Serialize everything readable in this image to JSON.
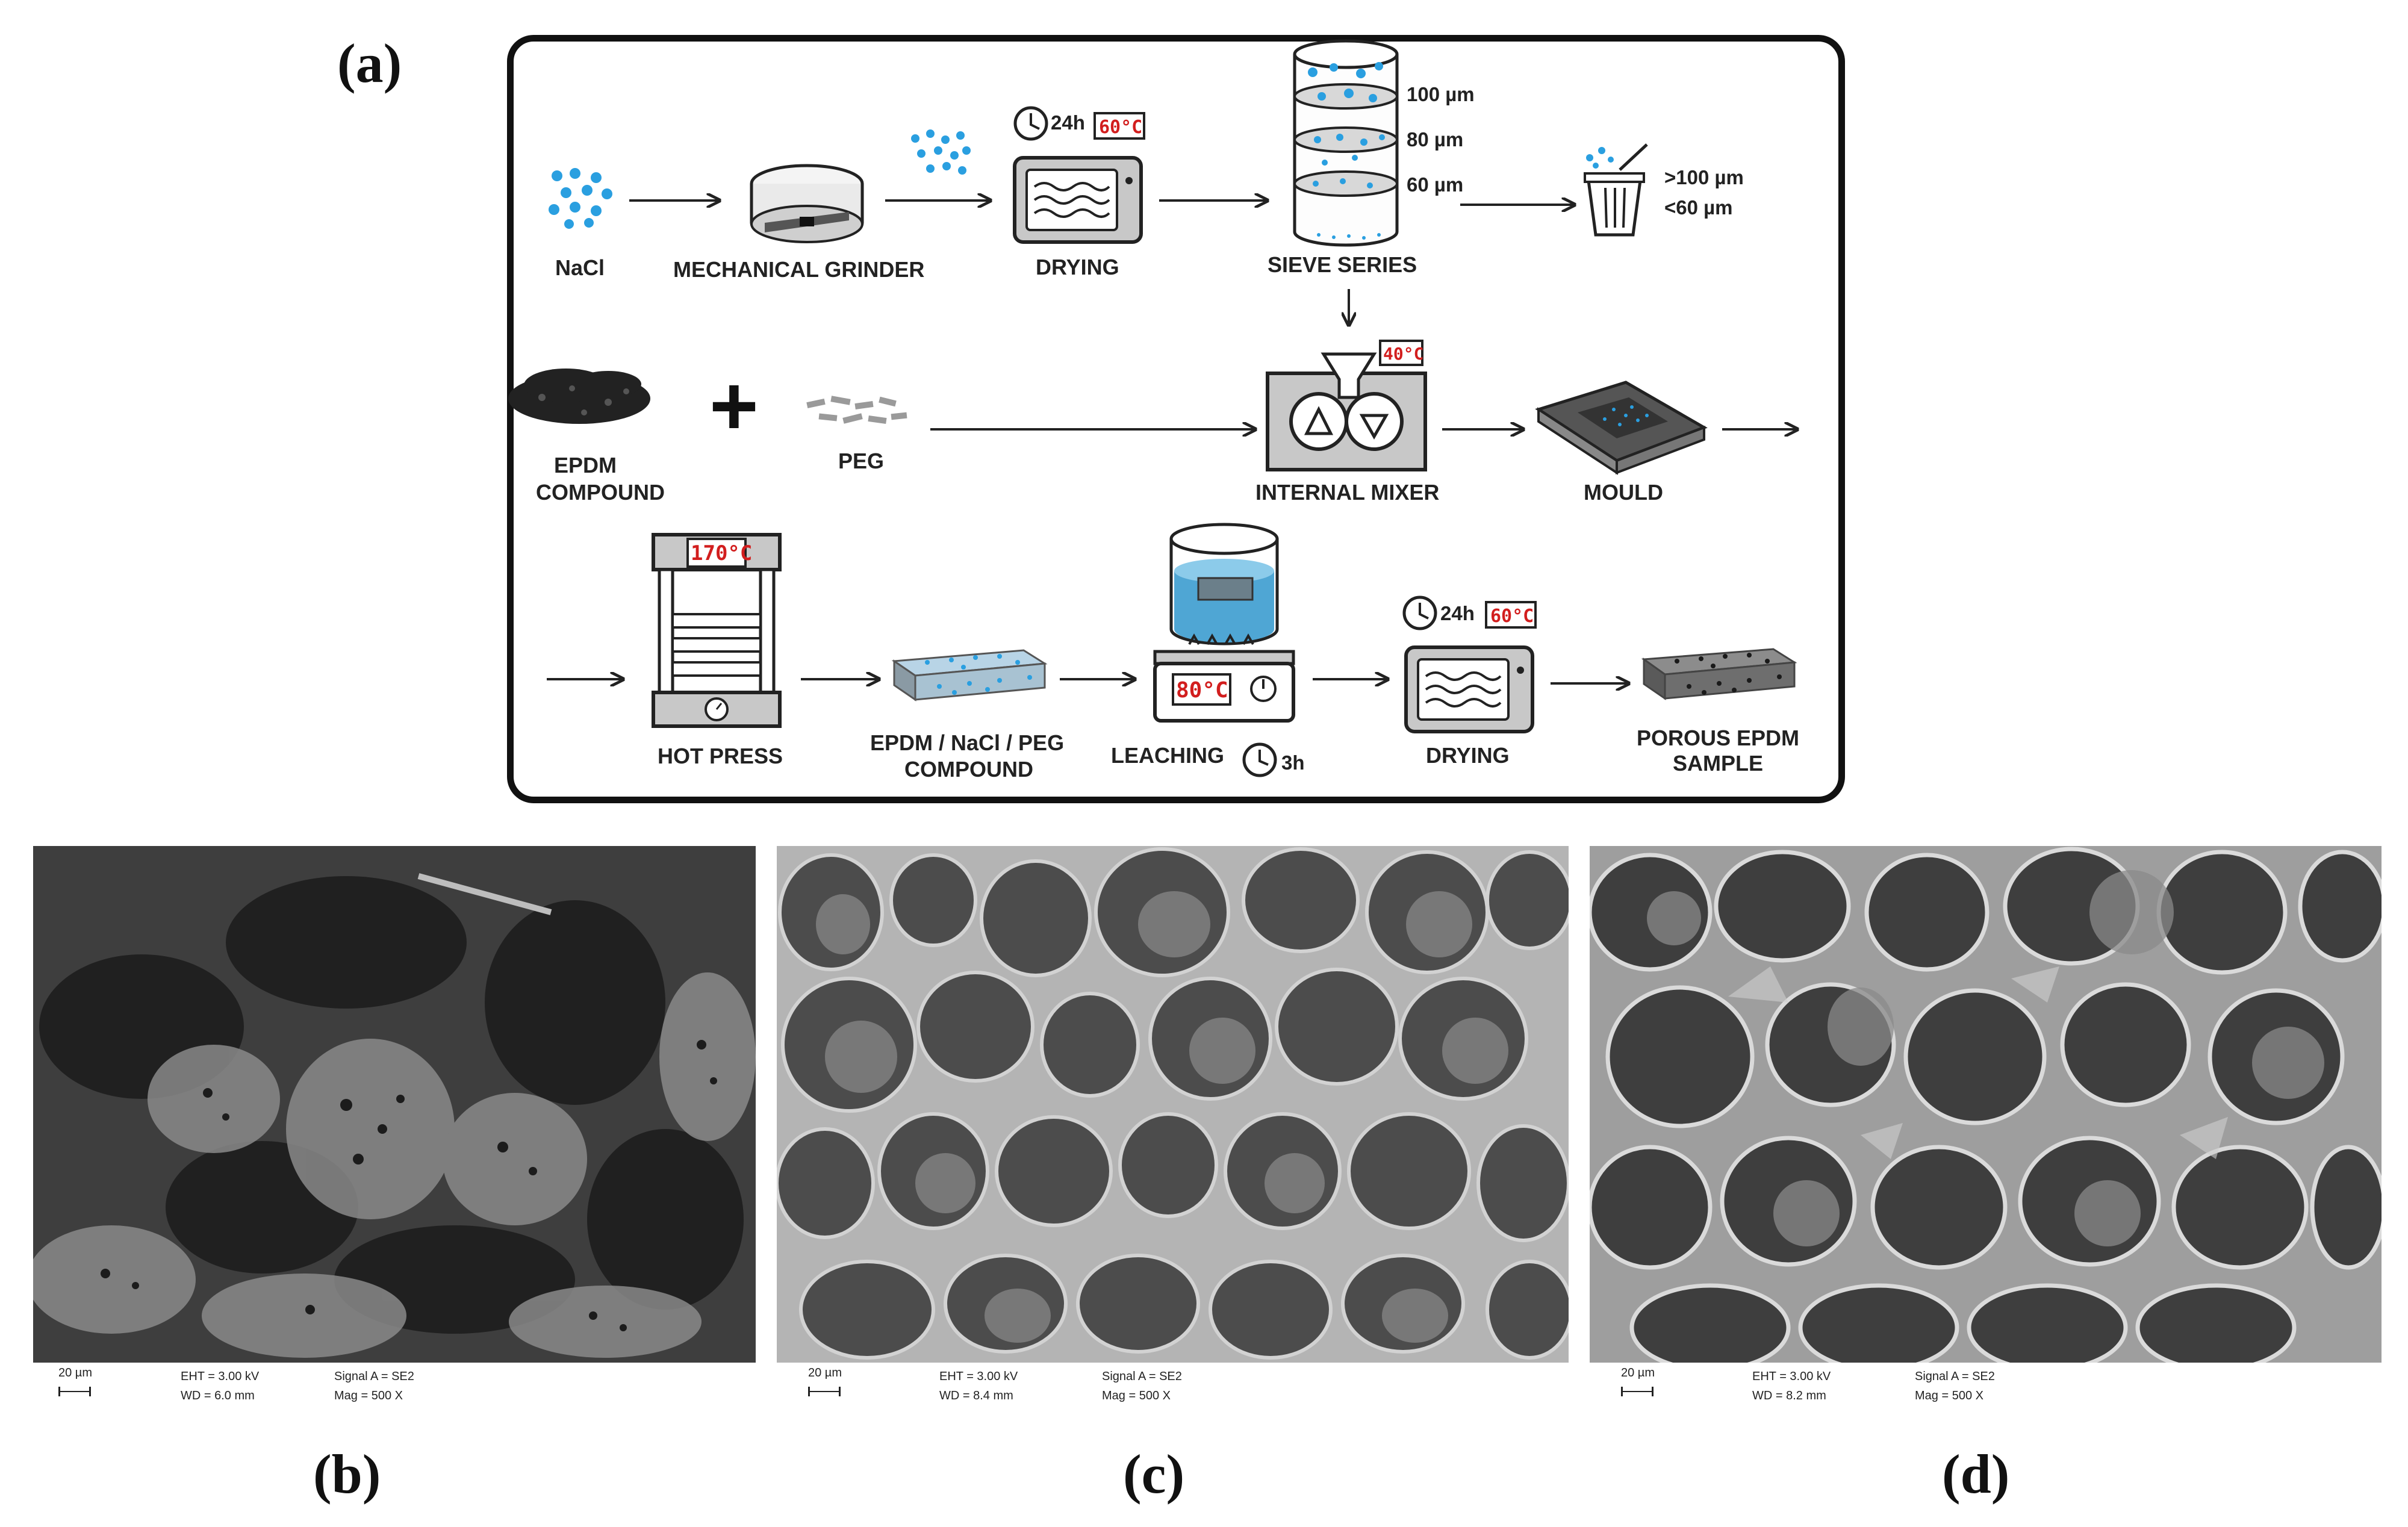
{
  "panels": {
    "a": "(a)",
    "b": "(b)",
    "c": "(c)",
    "d": "(d)"
  },
  "flow": {
    "nacl": "NaCl",
    "grinder": "MECHANICAL GRINDER",
    "drying": "DRYING",
    "sieve_series": "SIEVE SERIES",
    "sieve_sizes": [
      "100 µm",
      "80 µm",
      "60 µm"
    ],
    "discard_top": ">100 µm",
    "discard_bottom": "<60 µm",
    "timer_24h": "24h",
    "oven_temp": "60°C",
    "epdm_line1": "EPDM",
    "epdm_line2": "COMPOUND",
    "plus": "+",
    "peg": "PEG",
    "internal_mixer": "INTERNAL MIXER",
    "mixer_temp": "40°C",
    "mould": "MOULD",
    "hot_press": "HOT PRESS",
    "press_temp": "170°C",
    "compound_line1": "EPDM / NaCl / PEG",
    "compound_line2": "COMPOUND",
    "leaching": "LEACHING",
    "leach_temp": "80°C",
    "timer_3h": "3h",
    "drying2": "DRYING",
    "porous_line1": "POROUS EPDM",
    "porous_line2": "SAMPLE"
  },
  "sem": [
    {
      "scale": "20 µm",
      "eht": "EHT = 3.00 kV",
      "wd": "WD = 6.0 mm",
      "signal": "Signal A = SE2",
      "mag": "Mag =   500 X"
    },
    {
      "scale": "20 µm",
      "eht": "EHT = 3.00 kV",
      "wd": "WD = 8.4 mm",
      "signal": "Signal A = SE2",
      "mag": "Mag =   500 X"
    },
    {
      "scale": "20 µm",
      "eht": "EHT = 3.00 kV",
      "wd": "WD = 8.2 mm",
      "signal": "Signal A = SE2",
      "mag": "Mag =   500 X"
    }
  ],
  "colors": {
    "salt_blue": "#2a9fe0",
    "lcd_red": "#d21e1e",
    "device_gray": "#c8c8c8"
  }
}
